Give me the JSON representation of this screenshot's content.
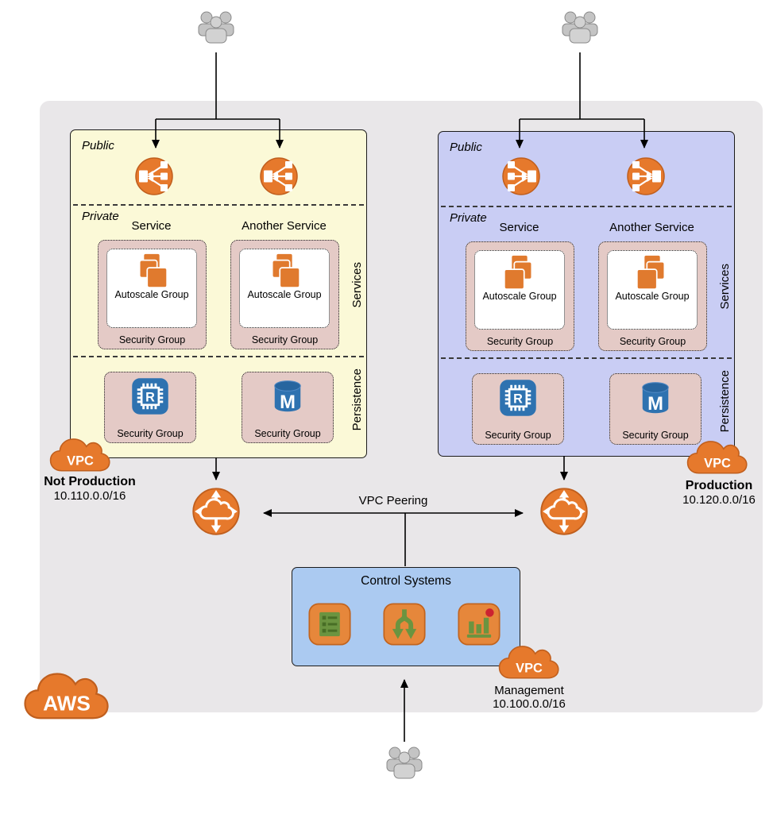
{
  "badges": {
    "vpc": "VPC",
    "aws": "AWS"
  },
  "peering_label": "VPC Peering",
  "zones": {
    "public": "Public",
    "private": "Private"
  },
  "sections": {
    "services": "Services",
    "persistence": "Persistence"
  },
  "service_titles": {
    "first": "Service",
    "second": "Another Service"
  },
  "autoscale_group": "Autoscale Group",
  "security_group": "Security Group",
  "control": {
    "title": "Control Systems"
  },
  "vpc_info": {
    "not_production": {
      "name": "Not Production",
      "cidr": "10.110.0.0/16"
    },
    "production": {
      "name": "Production",
      "cidr": "10.120.0.0/16"
    },
    "management": {
      "name": "Management",
      "cidr": "10.100.0.0/16"
    }
  },
  "colors": {
    "aws_boundary_bg": "#E9E7E9",
    "vpc_not_production_bg": "#FBF9D7",
    "vpc_production_bg": "#C9CDF4",
    "security_group_bg": "#E4CAC6",
    "control_box_bg": "#ABCAF1",
    "aws_orange": "#E6792C",
    "database_blue": "#2E72B0",
    "glyph_green": "#6B9440",
    "alert_red": "#CC2230",
    "users_gray": "#C4C4C4"
  }
}
